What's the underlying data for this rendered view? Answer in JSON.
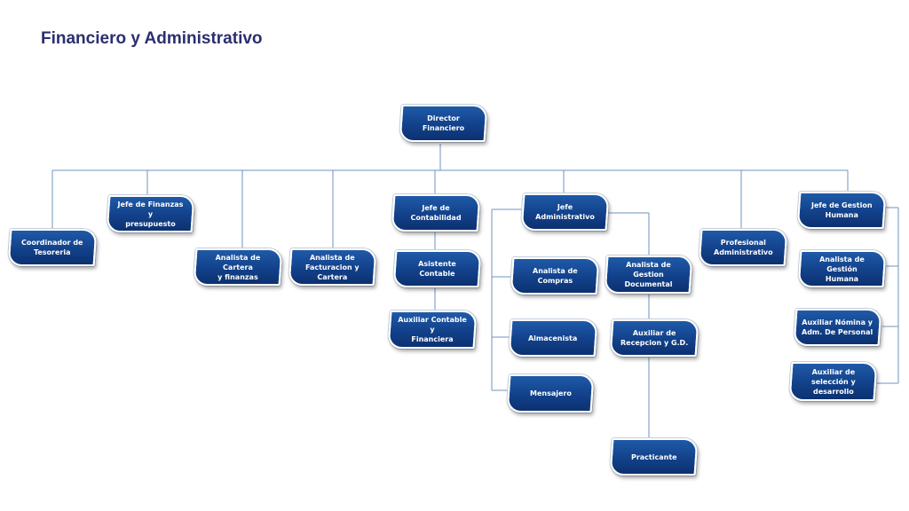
{
  "page": {
    "title": "Financiero y Administrativo"
  },
  "org": {
    "director": "Director Financiero",
    "coordinador_tesoreria": "Coordinador de\nTesoreria",
    "jefe_finanzas": "Jefe de Finanzas y\npresupuesto",
    "analista_cartera": "Analista de Cartera\ny finanzas",
    "analista_facturacion": "Analista de\nFacturacion y\nCartera",
    "jefe_contabilidad": "Jefe de Contabilidad",
    "asistente_contable": "Asistente Contable",
    "auxiliar_contable": "Auxiliar Contable y\nFinanciera",
    "jefe_administrativo": "Jefe Administrativo",
    "analista_compras": "Analista de\nCompras",
    "almacenista": "Almacenista",
    "mensajero": "Mensajero",
    "analista_gestion_documental": "Analista de Gestion\nDocumental",
    "auxiliar_recepcion": "Auxiliar de\nRecepcion y G.D.",
    "practicante": "Practicante",
    "profesional_administrativo": "Profesional\nAdministrativo",
    "jefe_gestion_humana": "Jefe de Gestion\nHumana",
    "analista_gestion_humana": "Analista de Gestión\nHumana",
    "auxiliar_nomina": "Auxiliar Nómina y\nAdm. De Personal",
    "auxiliar_seleccion": "Auxiliar de\nselección y\ndesarrollo"
  }
}
